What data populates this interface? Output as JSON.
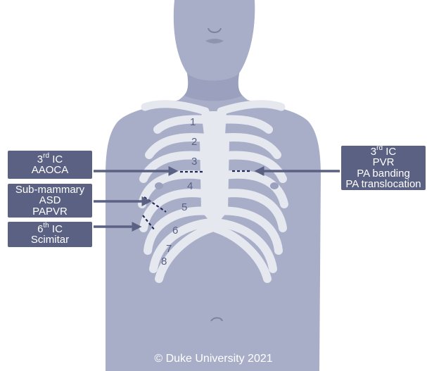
{
  "labels": {
    "left_top": {
      "ordinal": "3",
      "ordinal_sup": "rd",
      "ordinal_rest": " IC",
      "line2": "AAOCA"
    },
    "left_mid": {
      "line1": "Sub-mammary",
      "line2": "ASD",
      "line3": "PAPVR"
    },
    "left_bottom": {
      "ordinal": "6",
      "ordinal_sup": "th",
      "ordinal_rest": " IC",
      "line2": "Scimitar"
    },
    "right": {
      "ordinal": "3",
      "ordinal_sup": "rd",
      "ordinal_rest": " IC",
      "line2": "PVR",
      "line3": "PA banding",
      "line4": "PA translocation"
    }
  },
  "rib_numbers": [
    "1",
    "2",
    "3",
    "4",
    "5",
    "6",
    "7",
    "8"
  ],
  "copyright": "© Duke University 2021",
  "colors": {
    "body": "#a9aec8",
    "bone": "#e6e8ef",
    "label_bg": "#5a6183",
    "arrow": "#5a6183",
    "incision": "#22285a"
  }
}
